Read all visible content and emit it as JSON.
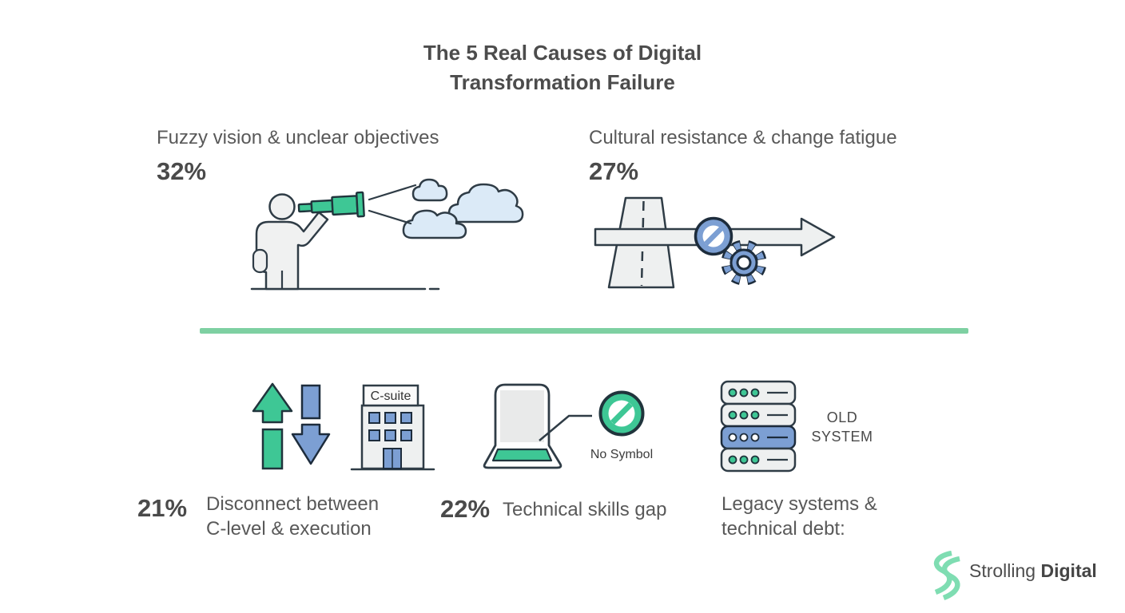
{
  "title": {
    "line1": "The 5 Real Causes of Digital",
    "line2": "Transformation Failure"
  },
  "causes": [
    {
      "id": "fuzzy-vision",
      "label": "Fuzzy vision & unclear objectives",
      "pct": "32%",
      "icon": "person-telescope-clouds-icon"
    },
    {
      "id": "cultural-resistance",
      "label": "Cultural resistance & change fatigue",
      "pct": "27%",
      "icon": "blocked-road-arrow-gear-icon"
    },
    {
      "id": "c-level-disconnect",
      "pct": "21%",
      "label_line1": "Disconnect between",
      "label_line2": "C-level & execution",
      "icon": "updown-arrows-csuite-building-icon",
      "building_sign": "C-suite"
    },
    {
      "id": "skills-gap",
      "pct": "22%",
      "label": "Technical skills gap",
      "icon": "flask-no-symbol-icon",
      "annotation": "No Symbol"
    },
    {
      "id": "legacy-systems",
      "label_line1": "Legacy systems &",
      "label_line2": "technical debt:",
      "icon": "legacy-server-stack-icon",
      "tag_line1": "OLD",
      "tag_line2": "SYSTEM"
    }
  ],
  "brand": {
    "name": "Strolling",
    "name_bold": "Digital"
  },
  "colors": {
    "green_primary": "#3ec795",
    "green_divider": "#7ed0a2",
    "green_logo": "#7fddb2",
    "blue_accent": "#7c9fd3",
    "cloud_blue": "#dbeaf7",
    "light_gray_fill": "#eef0f0",
    "outline_dark": "#2f3c46",
    "title_text": "#4c4c4c",
    "label_text": "#595959",
    "background": "#ffffff"
  },
  "chart_data": {
    "type": "table",
    "title": "The 5 Real Causes of Digital Transformation Failure",
    "categories": [
      "Fuzzy vision & unclear objectives",
      "Cultural resistance & change fatigue",
      "Disconnect between C-level & execution",
      "Technical skills gap",
      "Legacy systems & technical debt"
    ],
    "values": [
      32,
      27,
      21,
      22,
      null
    ],
    "unit": "%"
  }
}
